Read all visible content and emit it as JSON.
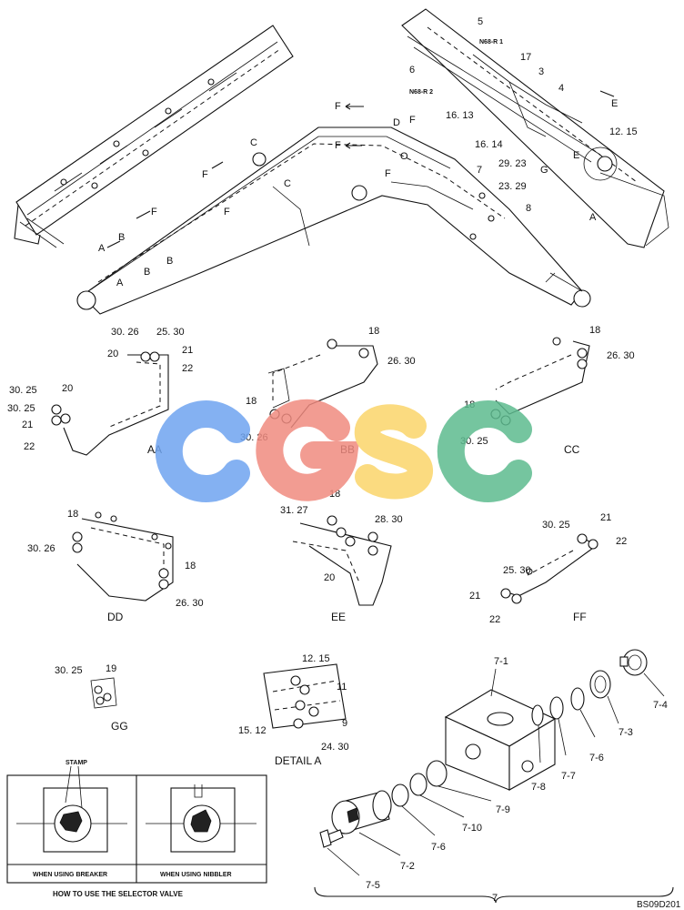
{
  "diagram": {
    "callouts_top": [
      "5",
      "N68-R 1",
      "17",
      "3",
      "6",
      "N68-R 2",
      "4",
      "E",
      "16. 13",
      "12. 15",
      "16. 14",
      "29. 23",
      "G",
      "E",
      "A",
      "7",
      "23. 29",
      "8",
      "F",
      "D",
      "F",
      "O",
      "F",
      "C",
      "F",
      "F",
      "C",
      "F",
      "F",
      "B",
      "A",
      "B",
      "A",
      "B"
    ],
    "aa": {
      "title": "AA",
      "labels": [
        "30. 26",
        "25. 30",
        "20",
        "21",
        "22",
        "30. 25",
        "20",
        "30. 25",
        "21",
        "22"
      ]
    },
    "bb": {
      "title": "BB",
      "labels": [
        "18",
        "26. 30",
        "18",
        "30. 26"
      ]
    },
    "cc": {
      "title": "CC",
      "labels": [
        "18",
        "26. 30",
        "18",
        "30. 25"
      ]
    },
    "dd": {
      "title": "DD",
      "labels": [
        "18",
        "30. 26",
        "18",
        "26. 30"
      ]
    },
    "ee": {
      "title": "EE",
      "labels": [
        "18",
        "31. 27",
        "28. 30",
        "20"
      ]
    },
    "ff": {
      "title": "FF",
      "labels": [
        "30. 25",
        "21",
        "22",
        "25. 30",
        "21",
        "22"
      ]
    },
    "gg": {
      "title": "GG",
      "labels": [
        "30. 25",
        "19"
      ]
    },
    "detail_a": {
      "title": "DETAIL A",
      "labels": [
        "12. 15",
        "11",
        "9",
        "15. 12",
        "24. 30"
      ]
    },
    "valve": {
      "labels": [
        "7-1",
        "7-4",
        "7-3",
        "7-6",
        "7-7",
        "7-8",
        "7-9",
        "7-10",
        "7-6",
        "7-2",
        "7-5"
      ],
      "group": "7"
    },
    "selector": {
      "stamp": "STAMP",
      "breaker": "WHEN USING BREAKER",
      "nibbler": "WHEN USING NIBBLER",
      "caption": "HOW TO USE THE SELECTOR VALVE"
    },
    "watermark": "CGSC",
    "code": "BS09D201",
    "watermark_colors": [
      "#6fa4f0",
      "#f08b80",
      "#fbd56a",
      "#5dbb8f"
    ]
  }
}
